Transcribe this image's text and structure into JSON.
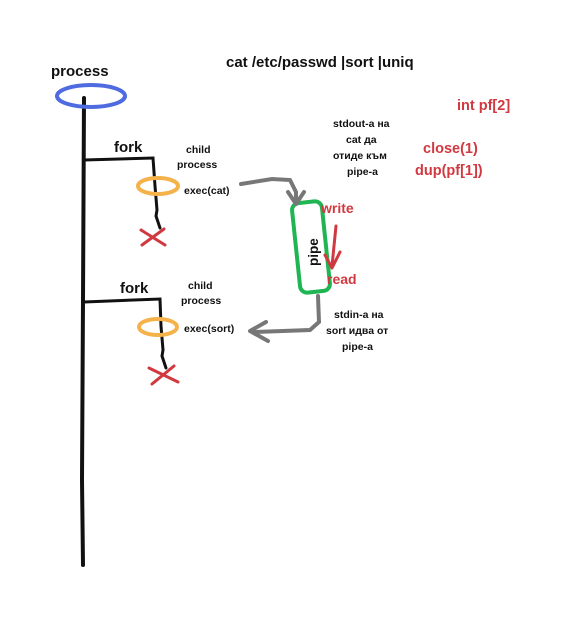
{
  "title": "cat /etc/passwd |sort |uniq",
  "process_label": "process",
  "fork1": {
    "label": "fork",
    "child_line1": "child",
    "child_line2": "process",
    "exec": "exec(cat)"
  },
  "fork2": {
    "label": "fork",
    "child_line1": "child",
    "child_line2": "process",
    "exec": "exec(sort)"
  },
  "pipe": {
    "label": "pipe",
    "write": "write",
    "read": "read"
  },
  "stdout_note": [
    "stdout-a на",
    "cat  да",
    "отиде към",
    "pipe-a"
  ],
  "stdin_note": [
    "stdin-a на",
    "sort идва от",
    "pipe-a"
  ],
  "code": {
    "decl": "int pf[2]",
    "close": "close(1)",
    "dup": "dup(pf[1])"
  },
  "colors": {
    "ink": "#111111",
    "red": "#d0393f",
    "blue": "#4f6be0",
    "orange": "#f5b24a",
    "green": "#1fb552",
    "arrow": "#777777"
  },
  "icons": [
    "terminate-x-icon",
    "write-arrow-icon"
  ]
}
